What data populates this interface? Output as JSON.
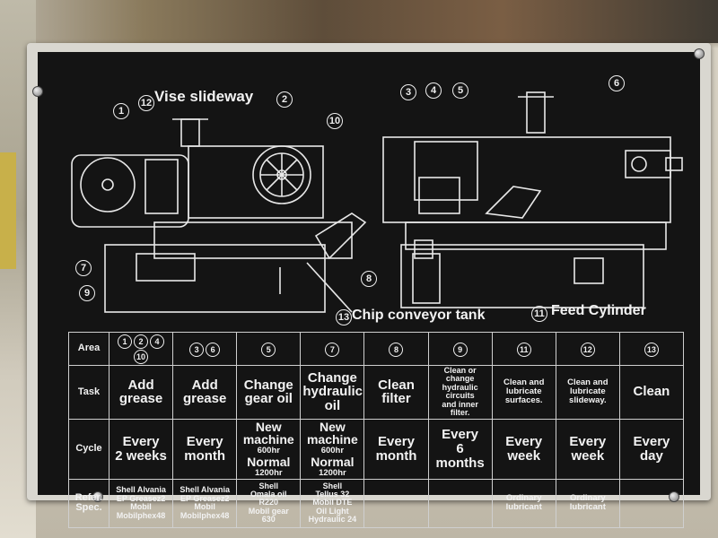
{
  "diagram": {
    "callouts": [
      {
        "id": "1",
        "text": "1"
      },
      {
        "id": "2",
        "text": "2"
      },
      {
        "id": "3",
        "text": "3"
      },
      {
        "id": "4",
        "text": "4"
      },
      {
        "id": "5",
        "text": "5"
      },
      {
        "id": "6",
        "text": "6"
      },
      {
        "id": "7",
        "text": "7"
      },
      {
        "id": "8",
        "text": "8"
      },
      {
        "id": "9",
        "text": "9"
      },
      {
        "id": "10",
        "text": "10"
      },
      {
        "id": "11",
        "text": "11"
      },
      {
        "id": "12",
        "text": "12"
      },
      {
        "id": "13",
        "text": "13"
      }
    ],
    "labels": {
      "vise_slideway": "Vise slideway",
      "chip_conveyor_tank": "Chip conveyor tank",
      "feed_cylinder": "Feed Cylinder"
    }
  },
  "table": {
    "row_headers": {
      "area": "Area",
      "task": "Task",
      "cycle": "Cycle",
      "refer": "Refer.",
      "spec": "Spec."
    },
    "columns": [
      {
        "area": [
          "1",
          "2",
          "4",
          "10"
        ],
        "task": [
          "Add",
          "grease"
        ],
        "cycle_big": [
          "Every",
          "2 weeks"
        ],
        "cycle_small": [],
        "spec": [
          "Shell Alvania",
          "EP Greasez2",
          "Mobil",
          "Mobilphex48"
        ]
      },
      {
        "area": [
          "3",
          "6"
        ],
        "task": [
          "Add",
          "grease"
        ],
        "cycle_big": [
          "Every",
          "month"
        ],
        "cycle_small": [],
        "spec": [
          "Shell Alvania",
          "EP Greasez2",
          "Mobil",
          "Mobilphex48"
        ]
      },
      {
        "area": [
          "5"
        ],
        "task": [
          "Change",
          "gear oil"
        ],
        "cycle_big": [
          "New",
          "machine"
        ],
        "cycle_mid": "600hr",
        "cycle_big2": "Normal",
        "cycle_tail": "1200hr",
        "spec": [
          "Shell",
          "Omala oil",
          "R220",
          "Mobil gear",
          "630"
        ]
      },
      {
        "area": [
          "7"
        ],
        "task": [
          "Change",
          "hydraulic",
          "oil"
        ],
        "cycle_big": [
          "New",
          "machine"
        ],
        "cycle_mid": "600hr",
        "cycle_big2": "Normal",
        "cycle_tail": "1200hr",
        "spec": [
          "Shell",
          "Tellus 32",
          "Mobil DTE",
          "Oil Light",
          "Hydraulic 24"
        ]
      },
      {
        "area": [
          "8"
        ],
        "task": [
          "Clean",
          "filter"
        ],
        "cycle_big": [
          "Every",
          "month"
        ],
        "cycle_small": [],
        "spec": []
      },
      {
        "area": [
          "9"
        ],
        "task_small": [
          "Clean or",
          "change",
          "hydraulic",
          "circuits",
          "and inner",
          "filter."
        ],
        "cycle_big": [
          "Every",
          "6",
          "months"
        ],
        "cycle_small": [],
        "spec": []
      },
      {
        "area": [
          "11"
        ],
        "task_small": [
          "Clean and",
          "lubricate",
          "surfaces."
        ],
        "cycle_big": [
          "Every",
          "week"
        ],
        "cycle_small": [],
        "spec": [
          "Ordinary",
          "lubricant"
        ]
      },
      {
        "area": [
          "12"
        ],
        "task_small": [
          "Clean and",
          "lubricate",
          "slideway."
        ],
        "cycle_big": [
          "Every",
          "week"
        ],
        "cycle_small": [],
        "spec": [
          "Ordinary",
          "lubricant"
        ]
      },
      {
        "area": [
          "13"
        ],
        "task": [
          "Clean"
        ],
        "cycle_big": [
          "Every",
          "day"
        ],
        "cycle_small": [],
        "spec": []
      }
    ]
  },
  "colors": {
    "plate": "#141414",
    "ink": "#f2f2f2",
    "frame": "#d9d7d0"
  }
}
